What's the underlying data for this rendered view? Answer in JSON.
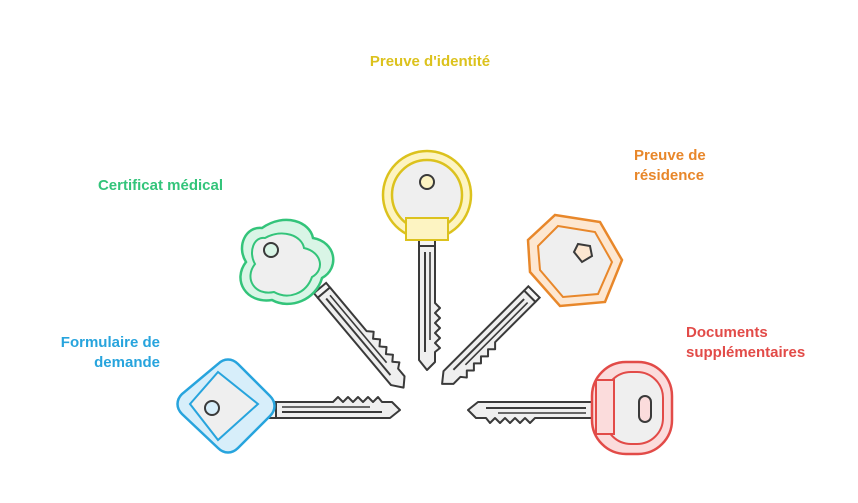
{
  "keys": [
    {
      "id": "id",
      "label": [
        "Preuve d'identité"
      ],
      "color": "#dcc21d",
      "fill": "#fdf4c2",
      "icon": "round-key-icon"
    },
    {
      "id": "med",
      "label": [
        "Certificat médical"
      ],
      "color": "#33c47a",
      "fill": "#d9f5e6",
      "icon": "cloud-key-icon"
    },
    {
      "id": "res",
      "label": [
        "Preuve de",
        "résidence"
      ],
      "color": "#e8872a",
      "fill": "#fde7d1",
      "icon": "hexagon-key-icon"
    },
    {
      "id": "form",
      "label": [
        "Formulaire de",
        "demande"
      ],
      "color": "#27a4dd",
      "fill": "#d7eefa",
      "icon": "diamond-key-icon"
    },
    {
      "id": "docs",
      "label": [
        "Documents",
        "supplémentaires"
      ],
      "color": "#e24b48",
      "fill": "#fbdcdc",
      "icon": "rounded-rect-key-icon"
    }
  ]
}
